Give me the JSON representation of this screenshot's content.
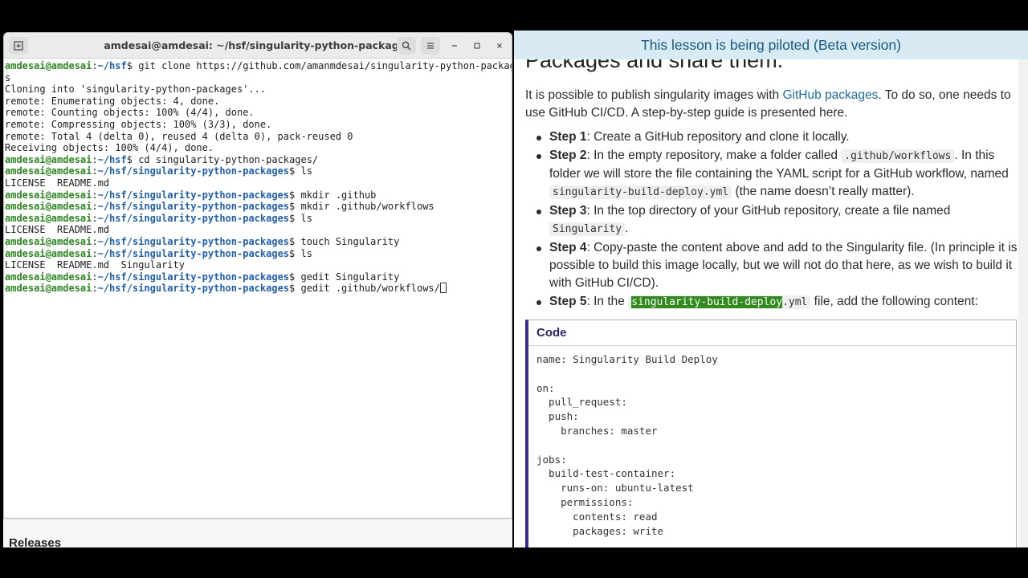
{
  "terminal": {
    "title": "amdesai@amdesai: ~/hsf/singularity-python-packages",
    "prompt_user": "amdesai@amdesai",
    "lines": [
      {
        "kind": "cmd",
        "path": "~/hsf",
        "cmd": "git clone https://github.com/amanmdesai/singularity-python-package"
      },
      {
        "kind": "out",
        "text": "s"
      },
      {
        "kind": "out",
        "text": "Cloning into 'singularity-python-packages'..."
      },
      {
        "kind": "out",
        "text": "remote: Enumerating objects: 4, done."
      },
      {
        "kind": "out",
        "text": "remote: Counting objects: 100% (4/4), done."
      },
      {
        "kind": "out",
        "text": "remote: Compressing objects: 100% (3/3), done."
      },
      {
        "kind": "out",
        "text": "remote: Total 4 (delta 0), reused 4 (delta 0), pack-reused 0"
      },
      {
        "kind": "out",
        "text": "Receiving objects: 100% (4/4), done."
      },
      {
        "kind": "cmd",
        "path": "~/hsf",
        "cmd": "cd singularity-python-packages/"
      },
      {
        "kind": "cmd",
        "path": "~/hsf/singularity-python-packages",
        "cmd": "ls"
      },
      {
        "kind": "out",
        "text": "LICENSE  README.md"
      },
      {
        "kind": "cmd",
        "path": "~/hsf/singularity-python-packages",
        "cmd": "mkdir .github"
      },
      {
        "kind": "cmd",
        "path": "~/hsf/singularity-python-packages",
        "cmd": "mkdir .github/workflows"
      },
      {
        "kind": "cmd",
        "path": "~/hsf/singularity-python-packages",
        "cmd": "ls"
      },
      {
        "kind": "out",
        "text": "LICENSE  README.md"
      },
      {
        "kind": "cmd",
        "path": "~/hsf/singularity-python-packages",
        "cmd": "touch Singularity"
      },
      {
        "kind": "cmd",
        "path": "~/hsf/singularity-python-packages",
        "cmd": "ls"
      },
      {
        "kind": "out",
        "text": "LICENSE  README.md  Singularity"
      },
      {
        "kind": "cmd",
        "path": "~/hsf/singularity-python-packages",
        "cmd": "gedit Singularity"
      },
      {
        "kind": "cmd",
        "path": "~/hsf/singularity-python-packages",
        "cmd": "gedit .github/workflows/",
        "cursor": true
      }
    ]
  },
  "below_terminal": {
    "heading": "Releases"
  },
  "lesson": {
    "banner": "This lesson is being piloted (Beta version)",
    "heading_partial": "Packages and share them.",
    "intro_before_link": "It is possible to publish singularity images with ",
    "intro_link": "GitHub packages",
    "intro_after_link": ". To do so, one needs to use GitHub CI/CD. A step-by-step guide is presented here.",
    "steps": [
      {
        "label": "Step 1",
        "parts": [
          ": Create a GitHub repository and clone it locally."
        ]
      },
      {
        "label": "Step 2",
        "parts": [
          ": In the empty repository, make a folder called ",
          {
            "code": ".github/workflows"
          },
          ". In this folder we will store the file containing the YAML script for a GitHub workflow, named ",
          {
            "code": "singularity-build-deploy.yml"
          },
          " (the name doesn’t really matter)."
        ]
      },
      {
        "label": "Step 3",
        "parts": [
          ": In the top directory of your GitHub repository, create a file named ",
          {
            "code": "Singularity"
          },
          "."
        ]
      },
      {
        "label": "Step 4",
        "parts": [
          ": Copy-paste the content above and add to the Singularity file. (In principle it is possible to build this image locally, but we will not do that here, as we wish to build it with GitHub CI/CD)."
        ]
      },
      {
        "label": "Step 5",
        "parts": [
          ": In the ",
          {
            "code_hl": "singularity-build-deploy",
            "code_rest": ".yml"
          },
          " file, add the following content:"
        ]
      }
    ],
    "code_title": "Code",
    "code_lines": [
      "name: Singularity Build Deploy",
      "",
      "on:",
      "  pull_request:",
      "  push:",
      "    branches: master",
      "",
      "jobs:",
      "  build-test-container:",
      "    runs-on: ubuntu-latest",
      "    permissions:",
      "      contents: read",
      "      packages: write"
    ]
  },
  "icons": {
    "new_tab": "new-terminal-tab-icon",
    "search": "search-icon",
    "menu": "hamburger-menu-icon",
    "minimize": "minimize-icon",
    "maximize": "maximize-icon",
    "close": "close-icon"
  }
}
